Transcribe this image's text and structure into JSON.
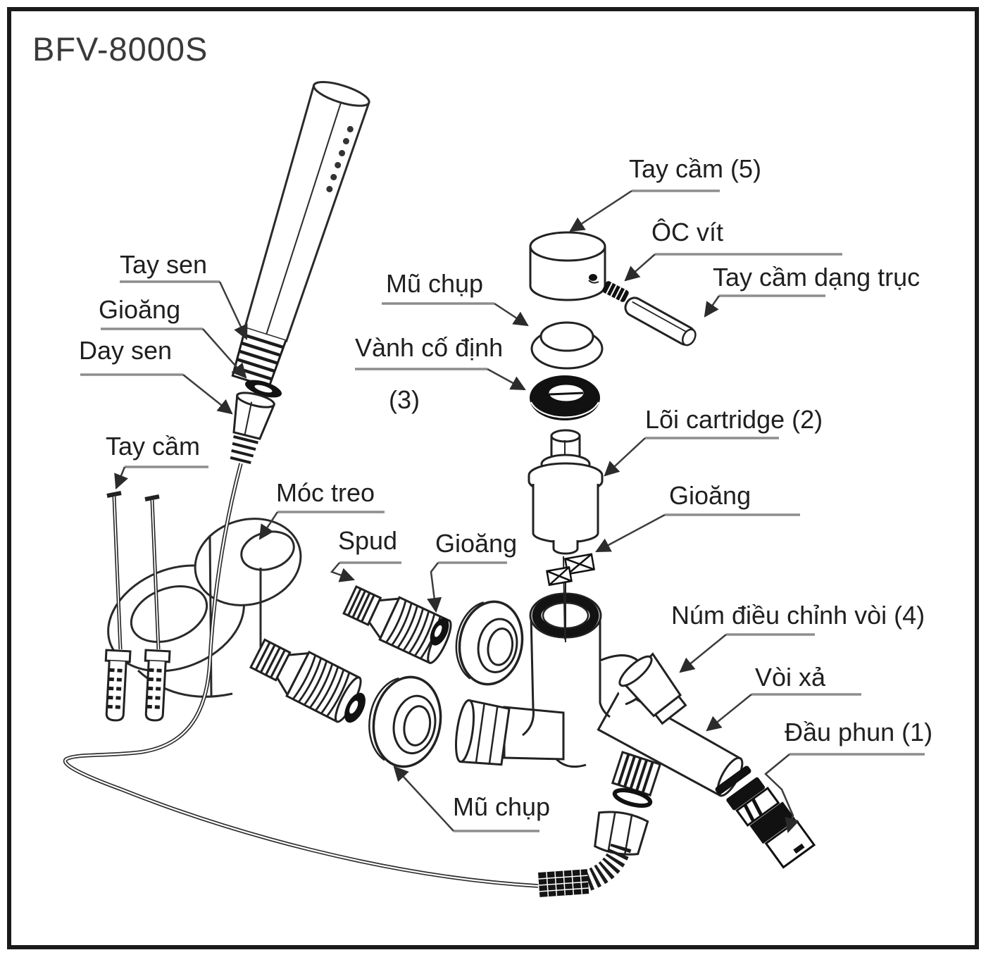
{
  "diagram": {
    "model": "BFV-8000S",
    "type": "exploded-parts-diagram",
    "labels": [
      {
        "id": "tay-sen",
        "text": "Tay sen"
      },
      {
        "id": "gioang-shower",
        "text": "Gioăng"
      },
      {
        "id": "day-sen",
        "text": "Day sen"
      },
      {
        "id": "tay-cam-bracket",
        "text": "Tay cầm"
      },
      {
        "id": "moc-treo",
        "text": "Móc treo"
      },
      {
        "id": "spud",
        "text": "Spud"
      },
      {
        "id": "gioang-spud",
        "text": "Gioăng"
      },
      {
        "id": "tay-cam-5",
        "text": "Tay cầm (5)"
      },
      {
        "id": "oc-vit",
        "text": "ÔC vít"
      },
      {
        "id": "tay-cam-dang-truc",
        "text": "Tay cầm dạng trục"
      },
      {
        "id": "mu-chup-top",
        "text": "Mũ chụp"
      },
      {
        "id": "vanh-co-dinh",
        "text": "Vành cố định"
      },
      {
        "id": "vanh-co-dinh-so",
        "text": "(3)"
      },
      {
        "id": "loi-cartridge",
        "text": "Lõi cartridge (2)"
      },
      {
        "id": "gioang-cartridge",
        "text": "Gioăng"
      },
      {
        "id": "num-dieu-chinh-voi",
        "text": "Núm điều chỉnh vòi (4)"
      },
      {
        "id": "voi-xa",
        "text": "Vòi xả"
      },
      {
        "id": "dau-phun",
        "text": "Đầu phun (1)"
      },
      {
        "id": "mu-chup-bottom",
        "text": "Mũ chụp"
      }
    ],
    "colors": {
      "ink": "#2a2a2a",
      "leader": "#3c3c3c",
      "underline": "#8d8d8d",
      "background": "#ffffff"
    }
  }
}
